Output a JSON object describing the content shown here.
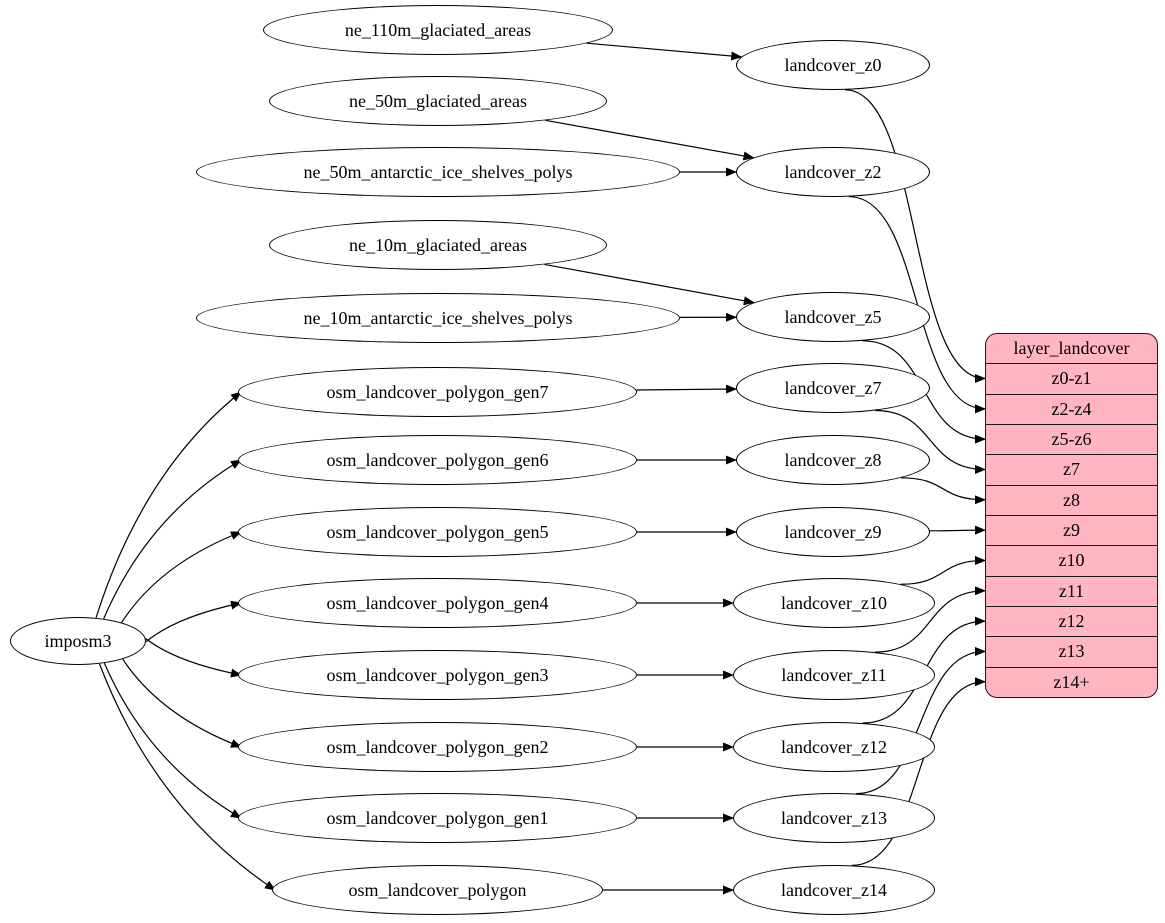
{
  "diagram_type": "graphviz-flow",
  "nodes": {
    "imposm3": "imposm3",
    "ne_110m_glaciated_areas": "ne_110m_glaciated_areas",
    "ne_50m_glaciated_areas": "ne_50m_glaciated_areas",
    "ne_50m_antarctic_ice_shelves_polys": "ne_50m_antarctic_ice_shelves_polys",
    "ne_10m_glaciated_areas": "ne_10m_glaciated_areas",
    "ne_10m_antarctic_ice_shelves_polys": "ne_10m_antarctic_ice_shelves_polys",
    "osm_landcover_polygon_gen7": "osm_landcover_polygon_gen7",
    "osm_landcover_polygon_gen6": "osm_landcover_polygon_gen6",
    "osm_landcover_polygon_gen5": "osm_landcover_polygon_gen5",
    "osm_landcover_polygon_gen4": "osm_landcover_polygon_gen4",
    "osm_landcover_polygon_gen3": "osm_landcover_polygon_gen3",
    "osm_landcover_polygon_gen2": "osm_landcover_polygon_gen2",
    "osm_landcover_polygon_gen1": "osm_landcover_polygon_gen1",
    "osm_landcover_polygon": "osm_landcover_polygon",
    "landcover_z0": "landcover_z0",
    "landcover_z2": "landcover_z2",
    "landcover_z5": "landcover_z5",
    "landcover_z7": "landcover_z7",
    "landcover_z8": "landcover_z8",
    "landcover_z9": "landcover_z9",
    "landcover_z10": "landcover_z10",
    "landcover_z11": "landcover_z11",
    "landcover_z12": "landcover_z12",
    "landcover_z13": "landcover_z13",
    "landcover_z14": "landcover_z14"
  },
  "table": {
    "title": "layer_landcover",
    "rows": [
      "z0-z1",
      "z2-z4",
      "z5-z6",
      "z7",
      "z8",
      "z9",
      "z10",
      "z11",
      "z12",
      "z13",
      "z14+"
    ],
    "fill": "#ffb6c1",
    "stroke": "#1a1a1a"
  },
  "colors": {
    "background": "#ffffff",
    "node_fill": "#ffffff",
    "node_stroke": "#000000",
    "edge": "#000000"
  },
  "edges": [
    {
      "from": "imposm3",
      "to": "osm_landcover_polygon_gen7"
    },
    {
      "from": "imposm3",
      "to": "osm_landcover_polygon_gen6"
    },
    {
      "from": "imposm3",
      "to": "osm_landcover_polygon_gen5"
    },
    {
      "from": "imposm3",
      "to": "osm_landcover_polygon_gen4"
    },
    {
      "from": "imposm3",
      "to": "osm_landcover_polygon_gen3"
    },
    {
      "from": "imposm3",
      "to": "osm_landcover_polygon_gen2"
    },
    {
      "from": "imposm3",
      "to": "osm_landcover_polygon_gen1"
    },
    {
      "from": "imposm3",
      "to": "osm_landcover_polygon"
    },
    {
      "from": "ne_110m_glaciated_areas",
      "to": "landcover_z0"
    },
    {
      "from": "ne_50m_glaciated_areas",
      "to": "landcover_z2"
    },
    {
      "from": "ne_50m_antarctic_ice_shelves_polys",
      "to": "landcover_z2"
    },
    {
      "from": "ne_10m_glaciated_areas",
      "to": "landcover_z5"
    },
    {
      "from": "ne_10m_antarctic_ice_shelves_polys",
      "to": "landcover_z5"
    },
    {
      "from": "osm_landcover_polygon_gen7",
      "to": "landcover_z7"
    },
    {
      "from": "osm_landcover_polygon_gen6",
      "to": "landcover_z8"
    },
    {
      "from": "osm_landcover_polygon_gen5",
      "to": "landcover_z9"
    },
    {
      "from": "osm_landcover_polygon_gen4",
      "to": "landcover_z10"
    },
    {
      "from": "osm_landcover_polygon_gen3",
      "to": "landcover_z11"
    },
    {
      "from": "osm_landcover_polygon_gen2",
      "to": "landcover_z12"
    },
    {
      "from": "osm_landcover_polygon_gen1",
      "to": "landcover_z13"
    },
    {
      "from": "osm_landcover_polygon",
      "to": "landcover_z14"
    },
    {
      "from": "landcover_z0",
      "to": "z0-z1"
    },
    {
      "from": "landcover_z2",
      "to": "z2-z4"
    },
    {
      "from": "landcover_z5",
      "to": "z5-z6"
    },
    {
      "from": "landcover_z7",
      "to": "z7"
    },
    {
      "from": "landcover_z8",
      "to": "z8"
    },
    {
      "from": "landcover_z9",
      "to": "z9"
    },
    {
      "from": "landcover_z10",
      "to": "z10"
    },
    {
      "from": "landcover_z11",
      "to": "z11"
    },
    {
      "from": "landcover_z12",
      "to": "z12"
    },
    {
      "from": "landcover_z13",
      "to": "z13"
    },
    {
      "from": "landcover_z14",
      "to": "z14+"
    }
  ]
}
